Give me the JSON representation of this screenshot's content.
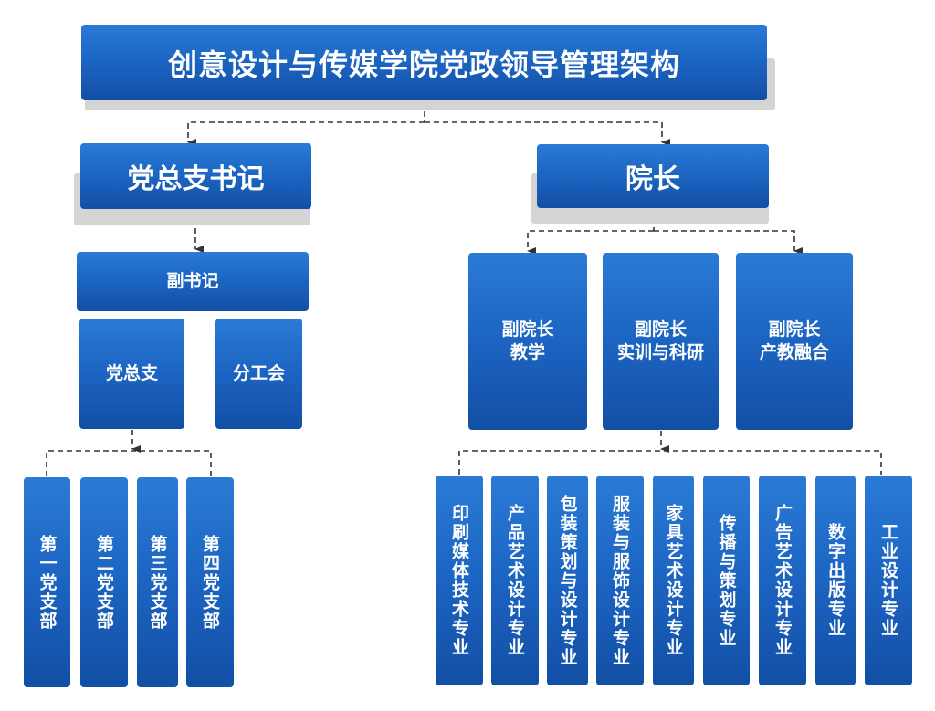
{
  "title": "创意设计与传媒学院党政领导管理架构",
  "colors": {
    "box_top": "#2a7bd6",
    "box_bottom": "#124fa5",
    "shadow": "#d4d4d4",
    "connector": "#333333",
    "text": "#ffffff"
  },
  "party": {
    "secretary": "党总支书记",
    "deputy_secretary": "副书记",
    "general_branch": "党总支",
    "trade_union": "分工会",
    "branches": [
      "第一党支部",
      "第二党支部",
      "第三党支部",
      "第四党支部"
    ]
  },
  "admin": {
    "dean": "院长",
    "vice_deans": [
      "副院长\n教学",
      "副院长\n实训与科研",
      "副院长\n产教融合"
    ],
    "majors": [
      "印刷媒体技术专业",
      "产品艺术设计专业",
      "包装策划与设计专业",
      "服装与服饰设计专业",
      "家具艺术设计专业",
      "传播与策划专业",
      "广告艺术设计专业",
      "数字出版专业",
      "工业设计专业"
    ]
  }
}
